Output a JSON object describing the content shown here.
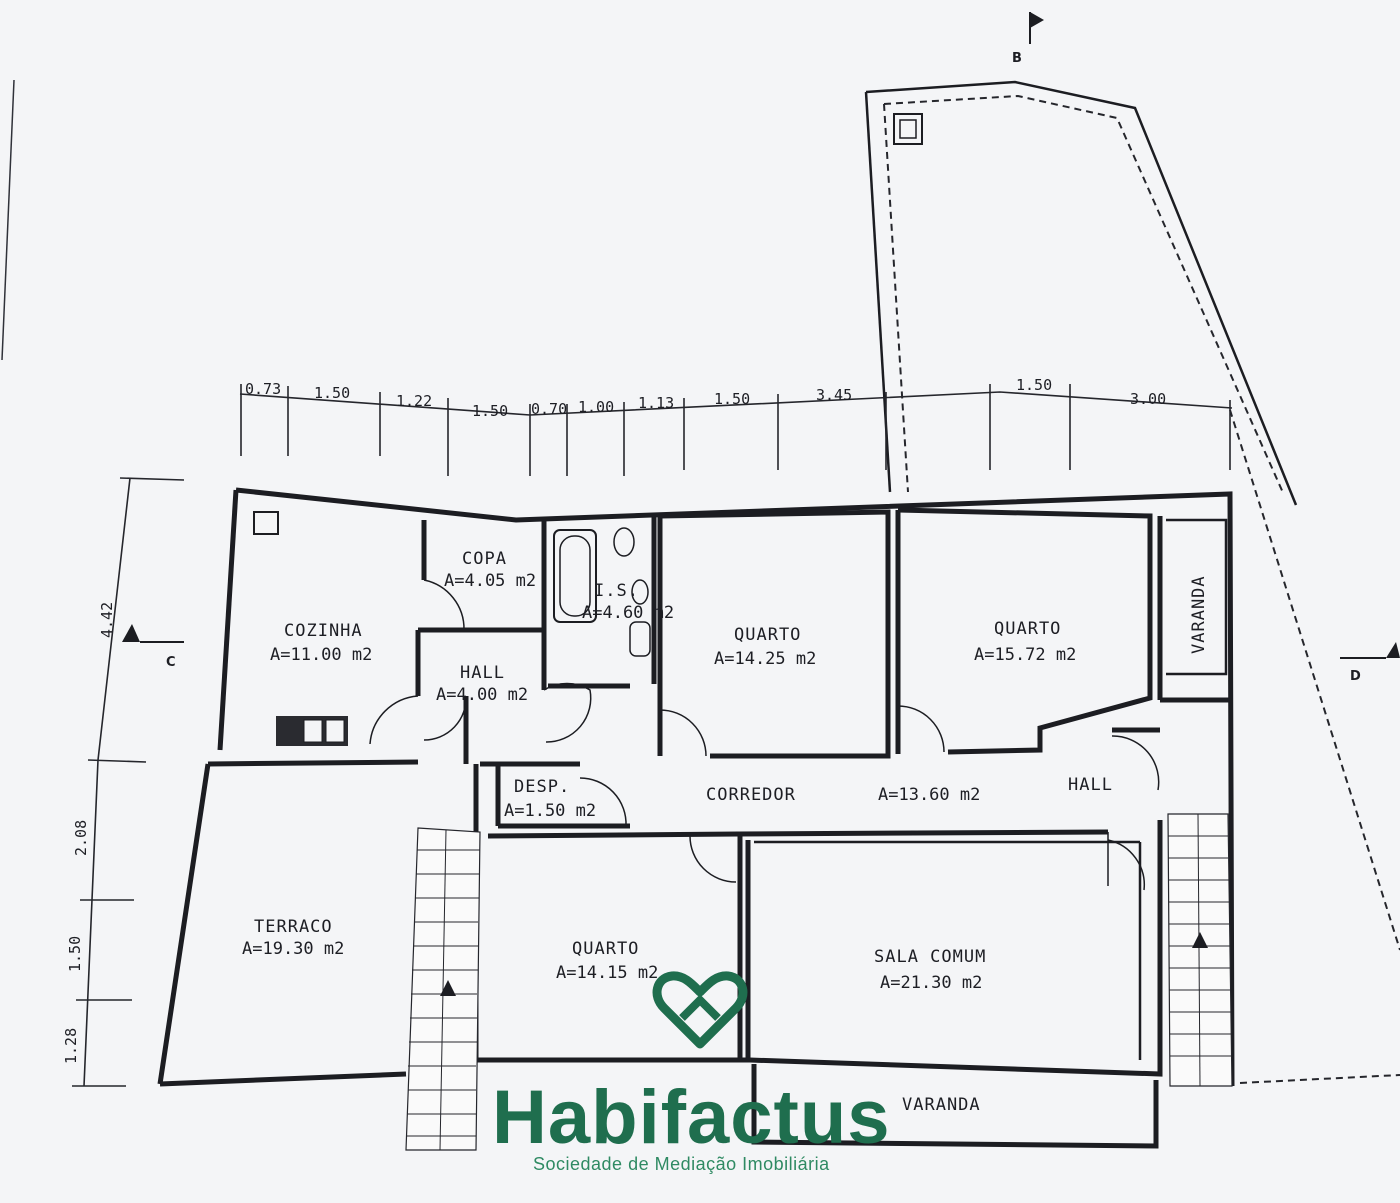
{
  "rooms": [
    {
      "id": "cozinha",
      "name": "COZINHA",
      "area": "A=11.00  m2"
    },
    {
      "id": "copa",
      "name": "COPA",
      "area": "A=4.05  m2"
    },
    {
      "id": "is",
      "name": "I.S.",
      "area": "A=4.60  m2"
    },
    {
      "id": "hall-left",
      "name": "HALL",
      "area": "A=4.00  m2"
    },
    {
      "id": "quarto-1",
      "name": "QUARTO",
      "area": "A=14.25  m2"
    },
    {
      "id": "quarto-2",
      "name": "QUARTO",
      "area": "A=15.72  m2"
    },
    {
      "id": "desp",
      "name": "DESP.",
      "area": "A=1.50  m2"
    },
    {
      "id": "corredor",
      "name": "CORREDOR",
      "area": "A=13.60  m2"
    },
    {
      "id": "hall-right",
      "name": "HALL",
      "area": ""
    },
    {
      "id": "terraco",
      "name": "TERRACO",
      "area": "A=19.30  m2"
    },
    {
      "id": "quarto-3",
      "name": "QUARTO",
      "area": "A=14.15  m2"
    },
    {
      "id": "sala",
      "name": "SALA  COMUM",
      "area": "A=21.30  m2"
    },
    {
      "id": "varanda-top",
      "name": "VARANDA",
      "area": ""
    },
    {
      "id": "varanda-bottom",
      "name": "VARANDA",
      "area": ""
    }
  ],
  "dimensions_top": [
    "0.73",
    "1.50",
    "1.22",
    "1.50",
    "0.70",
    "1.00",
    "1.13",
    "1.50",
    "3.45",
    "1.50",
    "3.00"
  ],
  "dimensions_left": [
    "4.42",
    "2.08",
    "1.50",
    "1.28"
  ],
  "section_markers": {
    "c": "C",
    "d": "D",
    "b": "B"
  },
  "brand": {
    "name": "Habifactus",
    "tagline": "Sociedade de Mediação Imobiliária",
    "color": "#1f6e4e"
  }
}
